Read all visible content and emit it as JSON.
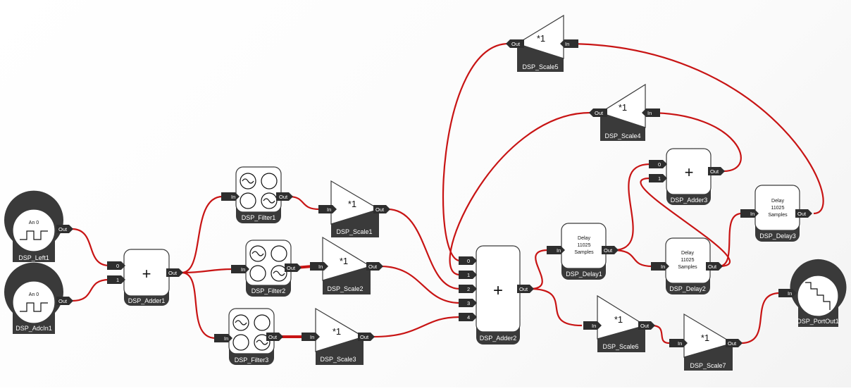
{
  "blocks": {
    "left1": {
      "name": "DSP_Left1",
      "text": "An 0",
      "out": "Out"
    },
    "adcin1": {
      "name": "DSP_AdcIn1",
      "text": "An 0",
      "out": "Out"
    },
    "adder1": {
      "name": "DSP_Adder1",
      "symbol": "+",
      "in0": "0",
      "in1": "1",
      "out": "Out"
    },
    "filter1": {
      "name": "DSP_Filter1",
      "in": "In",
      "out": "Out"
    },
    "filter2": {
      "name": "DSP_Filter2",
      "in": "In",
      "out": "Out"
    },
    "filter3": {
      "name": "DSP_Filter3",
      "in": "In",
      "out": "Out"
    },
    "scale1": {
      "name": "DSP_Scale1",
      "text": "*1",
      "in": "In",
      "out": "Out"
    },
    "scale2": {
      "name": "DSP_Scale2",
      "text": "*1",
      "in": "In",
      "out": "Out"
    },
    "scale3": {
      "name": "DSP_Scale3",
      "text": "*1",
      "in": "In",
      "out": "Out"
    },
    "adder2": {
      "name": "DSP_Adder2",
      "symbol": "+",
      "in0": "0",
      "in1": "1",
      "in2": "2",
      "in3": "3",
      "in4": "4",
      "out": "Out"
    },
    "scale5": {
      "name": "DSP_Scale5",
      "text": "*1",
      "in": "In",
      "out": "Out"
    },
    "scale4": {
      "name": "DSP_Scale4",
      "text": "*1",
      "in": "In",
      "out": "Out"
    },
    "adder3": {
      "name": "DSP_Adder3",
      "symbol": "+",
      "in0": "0",
      "in1": "1",
      "out": "Out"
    },
    "delay1": {
      "name": "DSP_Delay1",
      "line1": "Delay",
      "line2": "11025",
      "line3": "Samples",
      "in": "In",
      "out": "Out"
    },
    "delay2": {
      "name": "DSP_Delay2",
      "line1": "Delay",
      "line2": "11025",
      "line3": "Samples",
      "in": "In",
      "out": "Out"
    },
    "delay3": {
      "name": "DSP_Delay3",
      "line1": "Delay",
      "line2": "11025",
      "line3": "Samples",
      "in": "In",
      "out": "Out"
    },
    "scale6": {
      "name": "DSP_Scale6",
      "text": "*1",
      "in": "In",
      "out": "Out"
    },
    "scale7": {
      "name": "DSP_Scale7",
      "text": "*1",
      "in": "In",
      "out": "Out"
    },
    "portout1": {
      "name": "DSP_PortOut1",
      "in": "In"
    }
  },
  "colors": {
    "wire": "#c81414",
    "block_dark": "#3a3a3a",
    "port": "#2e2e2e"
  }
}
